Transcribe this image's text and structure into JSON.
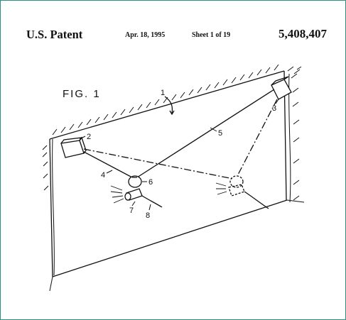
{
  "header": {
    "patent_label": "U.S. Patent",
    "date": "Apr. 18, 1995",
    "sheet": "Sheet 1 of 19",
    "patent_number": "5,408,407"
  },
  "figure": {
    "title": "FIG. 1",
    "labels": {
      "ref_1": "1",
      "ref_2": "2",
      "ref_3": "3",
      "ref_4": "4",
      "ref_5": "5",
      "ref_6": "6",
      "ref_7": "7",
      "ref_8": "8"
    }
  },
  "colors": {
    "border": "#2f8f7f",
    "ink": "#111111"
  }
}
